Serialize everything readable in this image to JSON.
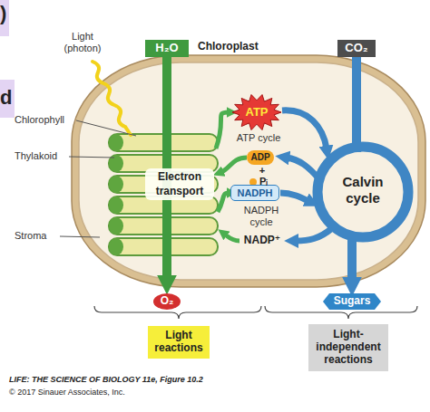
{
  "diagram": {
    "nodes": [
      {
        "text": [
          "H₂O"
        ]
      },
      {
        "text": [
          "Chloroplast"
        ]
      },
      {
        "text": [
          "CO₂"
        ]
      },
      {
        "text": [
          "Electron transport"
        ],
        "in": 1
      },
      {
        "text": [
          "ATP"
        ],
        "in": 1
      },
      {
        "text": [
          "ADP"
        ],
        "in": 1
      },
      {
        "text": [
          "NADPH"
        ],
        "in": 1
      },
      {
        "text": [
          "O₂"
        ]
      },
      {
        "text": [
          "Sugars"
        ]
      },
      {
        "text": [
          "Light reactions"
        ]
      },
      {
        "text": [
          "Light-independent reactions"
        ]
      }
    ],
    "edges": [
      {
        "from": 0,
        "to": 7,
        "arrow": "to"
      },
      {
        "from": 2,
        "to": 8,
        "arrow": "to"
      },
      {
        "from": 3,
        "to": 4,
        "arrow": "to"
      },
      {
        "from": 5,
        "to": 3,
        "arrow": "to"
      },
      {
        "from": 3,
        "to": 6,
        "arrow": "to"
      }
    ],
    "labels": [
      ")",
      "d",
      "Light (photon)",
      "Chlorophyll",
      "Thylakoid",
      "Stroma",
      "ATP cycle",
      "+",
      "Pᵢ",
      "NADPH cycle",
      "NADP⁺",
      "Calvin cycle",
      "LIFE: THE SCIENCE OF BIOLOGY 11e, Figure 10.2",
      "© 2017 Sinauer Associates, Inc."
    ]
  }
}
